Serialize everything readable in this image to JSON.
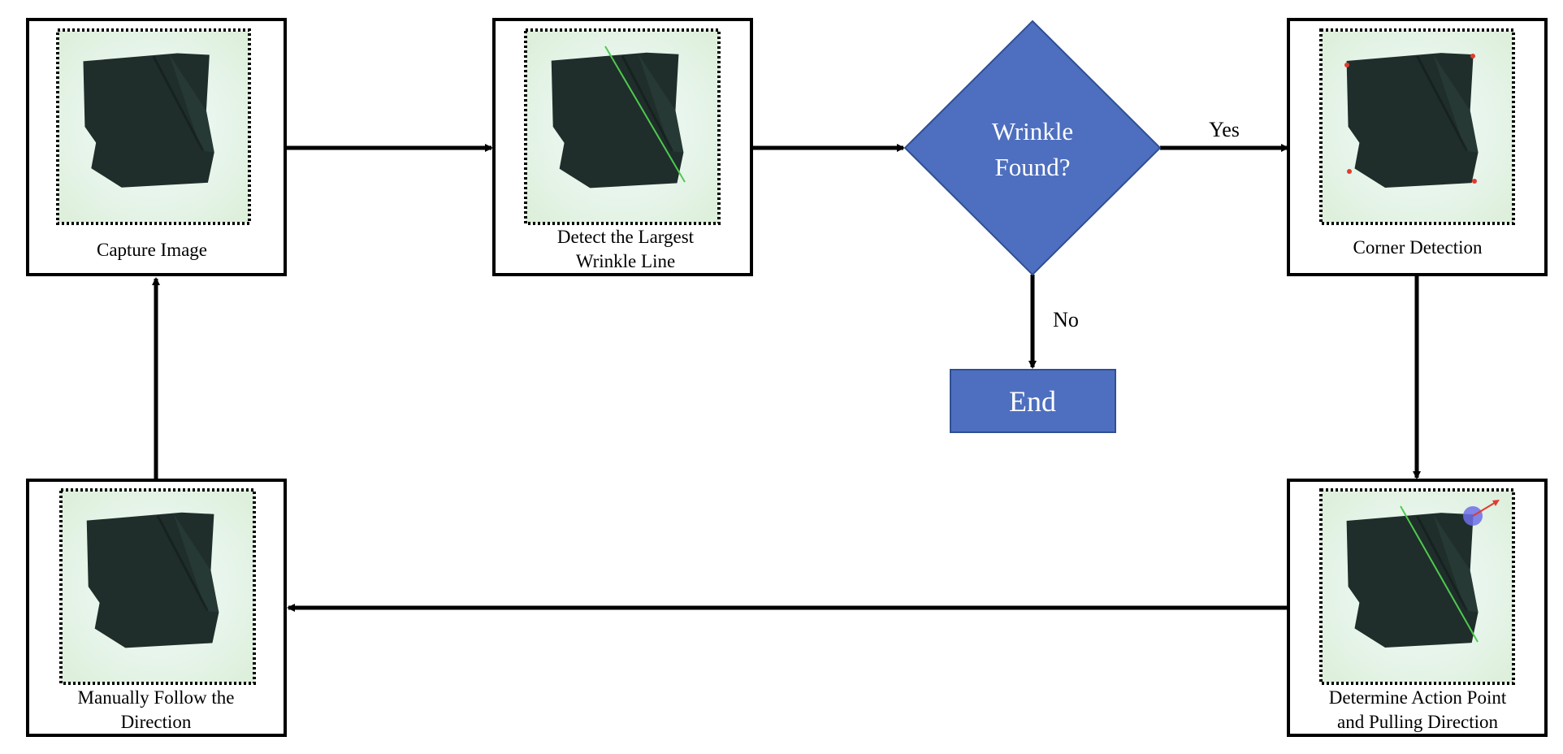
{
  "nodes": {
    "capture": {
      "label": "Capture Image"
    },
    "detect": {
      "label_lines": [
        "Detect the Largest",
        "Wrinkle Line"
      ]
    },
    "decision": {
      "label_lines": [
        "Wrinkle",
        "Found?"
      ]
    },
    "corner": {
      "label": "Corner Detection"
    },
    "end": {
      "label": "End"
    },
    "action": {
      "label_lines": [
        "Determine Action Point",
        "and Pulling Direction"
      ]
    },
    "manual": {
      "label_lines": [
        "Manually Follow the",
        "Direction"
      ]
    }
  },
  "edges": {
    "yes_label": "Yes",
    "no_label": "No"
  },
  "colors": {
    "shape_fill": "#4e6fbf",
    "shape_stroke": "#2f4f94",
    "cloth": "#1f2e2b",
    "background_tint": "#e4f4ea",
    "wrinkle_line": "#4fc94f",
    "corner_marker": "#e23b2e",
    "action_point": "#6f6fe8"
  }
}
